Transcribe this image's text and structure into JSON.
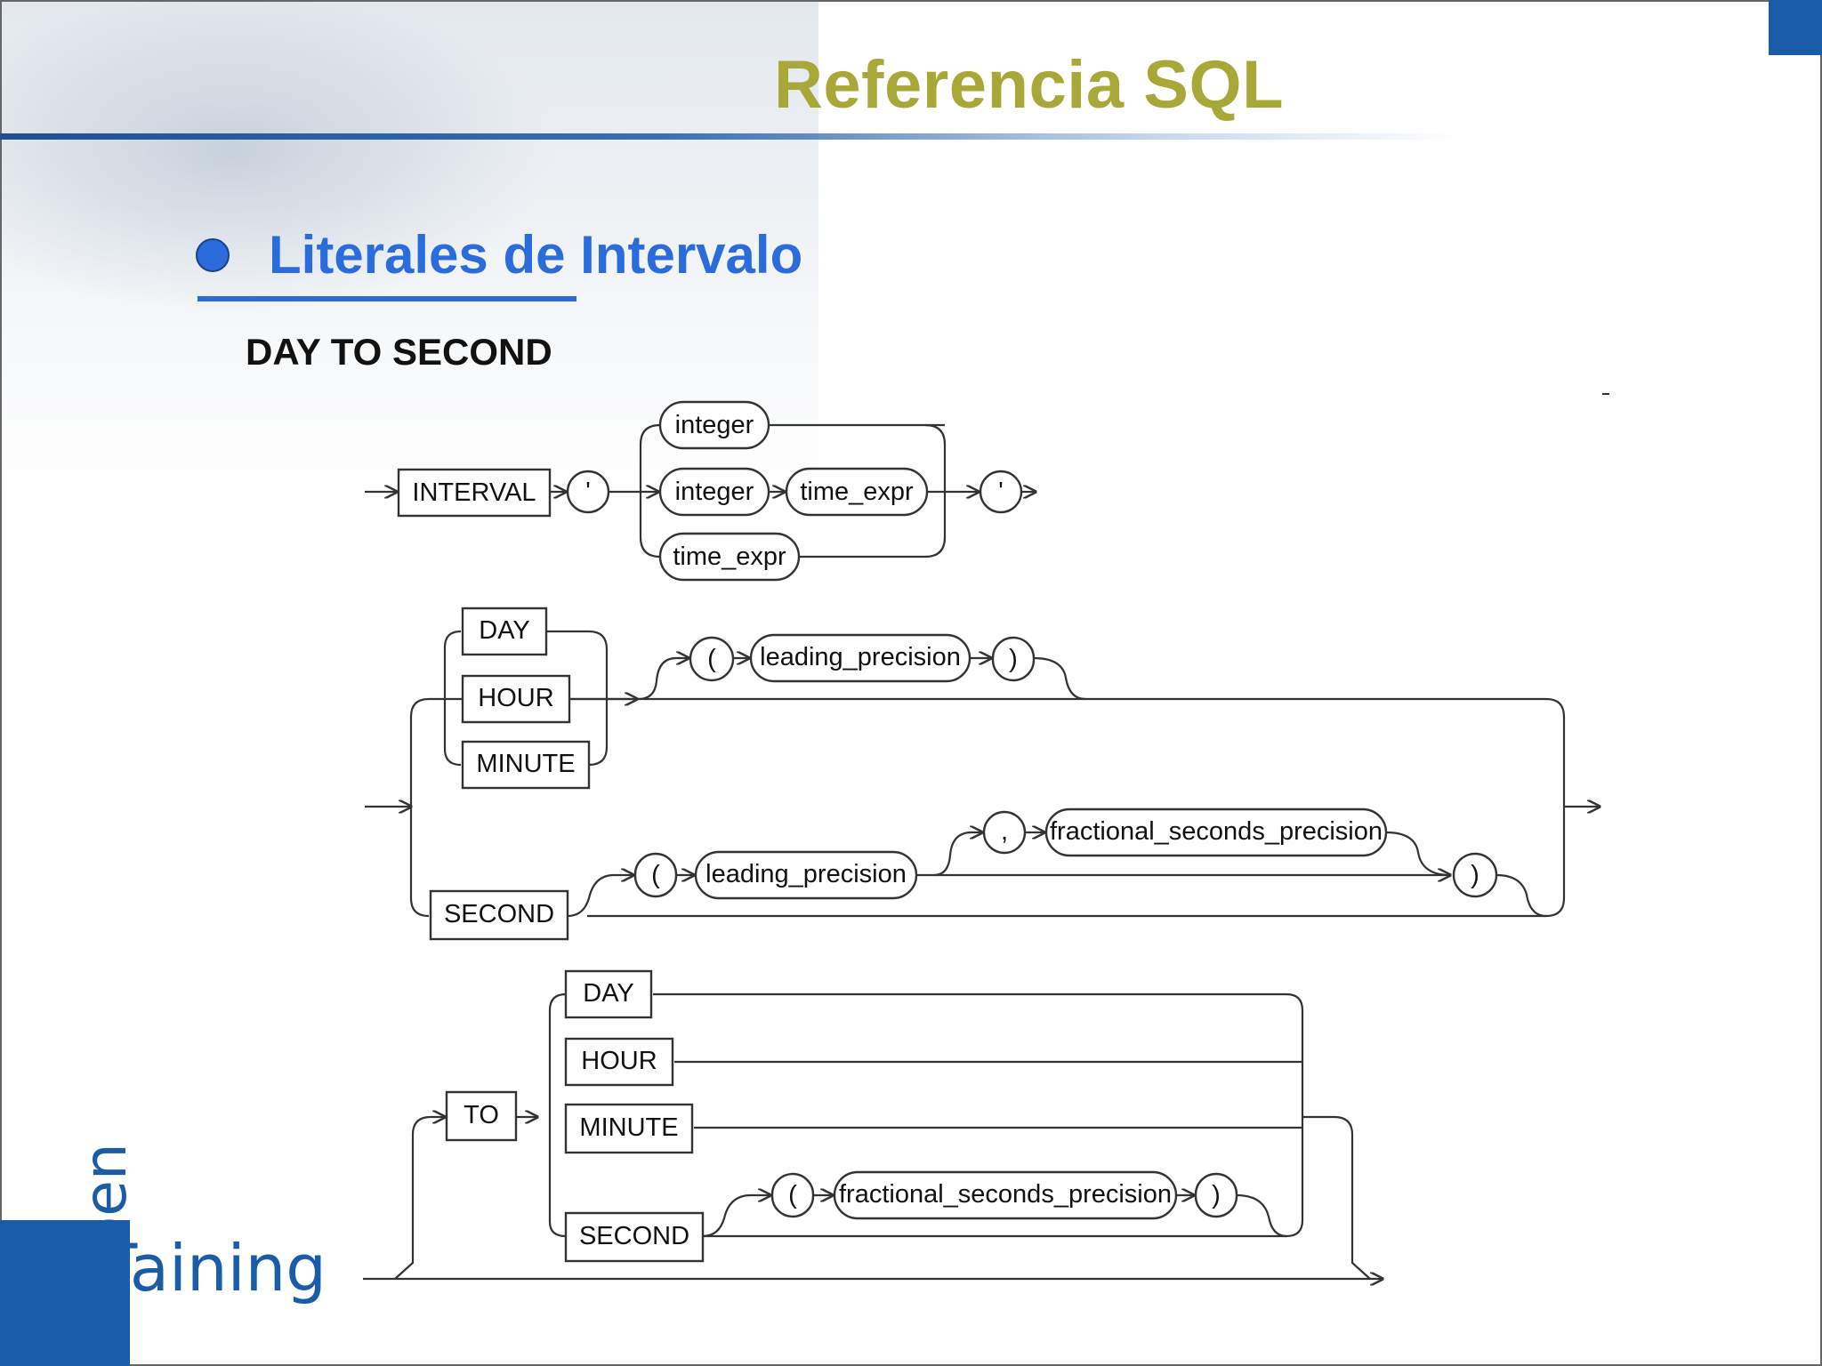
{
  "colors": {
    "title": "#a8a838",
    "heading": "#2a6cdc",
    "bullet": "#2a6cdc",
    "logo_block": "#1a5ca8",
    "corner": "#1a5ca8"
  },
  "slide": {
    "title": "Referencia SQL",
    "heading": "Literales de Intervalo",
    "subheading": "DAY TO SECOND"
  },
  "logo": {
    "open": "open",
    "training": "training"
  },
  "diagram": {
    "row1": {
      "interval": "INTERVAL",
      "quote_open": "'",
      "integer_a": "integer",
      "integer_b": "integer",
      "time_expr_a": "time_expr",
      "time_expr_b": "time_expr",
      "quote_close": "'"
    },
    "row2": {
      "day": "DAY",
      "hour": "HOUR",
      "minute": "MINUTE",
      "paren_open_a": "(",
      "leading_precision_a": "leading_precision",
      "paren_close_a": ")",
      "second": "SECOND",
      "paren_open_b": "(",
      "leading_precision_b": "leading_precision",
      "comma": ",",
      "fractional_seconds_precision_a": "fractional_seconds_precision",
      "paren_close_b": ")"
    },
    "row3": {
      "to": "TO",
      "day": "DAY",
      "hour": "HOUR",
      "minute": "MINUTE",
      "second": "SECOND",
      "paren_open_c": "(",
      "fractional_seconds_precision_b": "fractional_seconds_precision",
      "paren_close_c": ")"
    }
  }
}
